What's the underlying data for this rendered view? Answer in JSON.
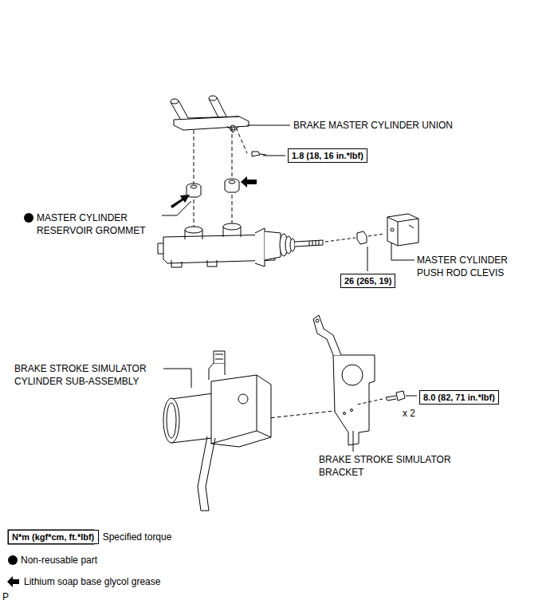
{
  "diagram": {
    "nodes": [
      {
        "text": [
          "1.8 (18, 16 in.*lbf)"
        ]
      },
      {
        "text": [
          "26 (265, 19)"
        ]
      },
      {
        "text": [
          "8.0 (82, 71 in.*lbf)"
        ]
      },
      {
        "text": [
          "N*m (kgf*cm, ft.*lbf)"
        ]
      }
    ],
    "labels": [
      "BRAKE MASTER CYLINDER UNION",
      "MASTER CYLINDER RESERVOIR GROMMET",
      "MASTER CYLINDER PUSH ROD CLEVIS",
      "BRAKE STROKE SIMULATOR CYLINDER SUB-ASSEMBLY",
      "x 2",
      "BRAKE STROKE SIMULATOR BRACKET",
      "P"
    ],
    "legend": [
      {
        "text": ": Specified torque"
      },
      {
        "text": "Non-reusable part"
      },
      {
        "text": "Lithium soap base glycol grease"
      }
    ]
  }
}
